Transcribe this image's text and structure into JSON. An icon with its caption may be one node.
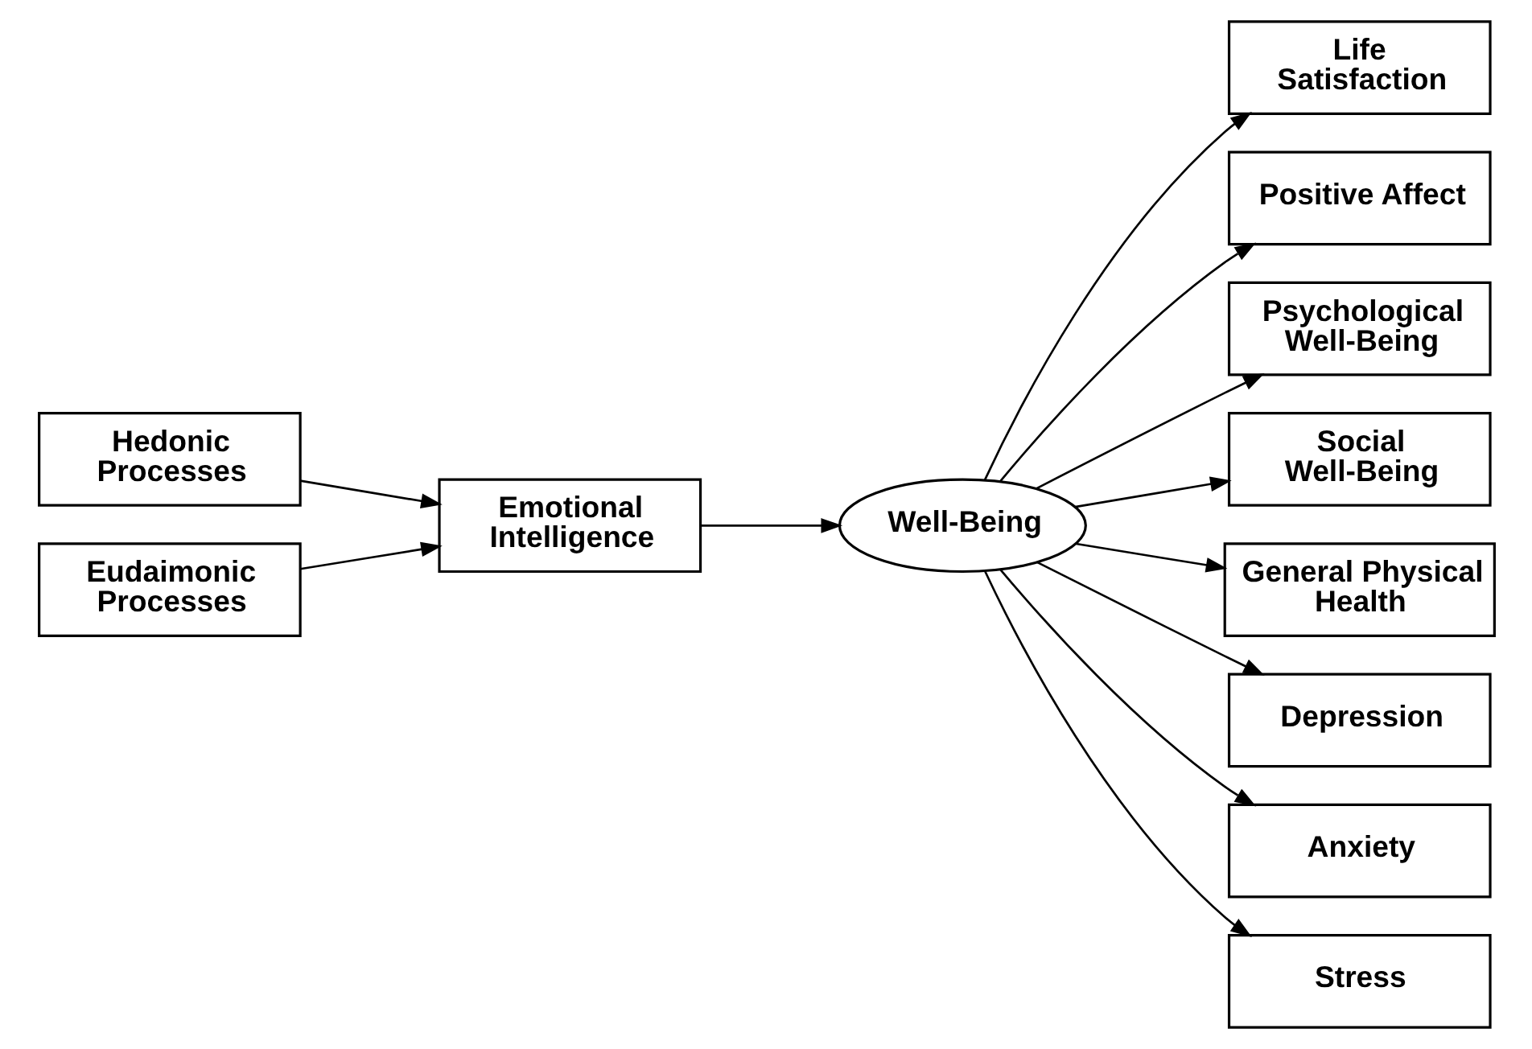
{
  "diagram": {
    "nodes": [
      {
        "text": [
          "Hedonic Processes"
        ]
      },
      {
        "text": [
          "Eudaimonic Processes"
        ]
      },
      {
        "text": [
          "Emotional Intelligence"
        ]
      },
      {
        "text": [
          "Well-Being"
        ]
      },
      {
        "text": [
          "Life Satisfaction"
        ]
      },
      {
        "text": [
          "Positive Affect"
        ]
      },
      {
        "text": [
          "Psychological Well-Being"
        ]
      },
      {
        "text": [
          "Social Well-Being"
        ]
      },
      {
        "text": [
          "General Physical Health"
        ]
      },
      {
        "text": [
          "Depression"
        ]
      },
      {
        "text": [
          "Anxiety"
        ]
      },
      {
        "text": [
          "Stress"
        ]
      }
    ],
    "edges": [
      {
        "from": 0,
        "to": 2,
        "arrow": "to"
      },
      {
        "from": 1,
        "to": 2,
        "arrow": "to"
      },
      {
        "from": 2,
        "to": 3,
        "arrow": "to"
      },
      {
        "from": 3,
        "to": 4,
        "arrow": "to"
      },
      {
        "from": 3,
        "to": 5,
        "arrow": "to"
      },
      {
        "from": 3,
        "to": 6,
        "arrow": "to"
      },
      {
        "from": 3,
        "to": 7,
        "arrow": "to"
      },
      {
        "from": 3,
        "to": 8,
        "arrow": "to"
      },
      {
        "from": 3,
        "to": 9,
        "arrow": "to"
      },
      {
        "from": 3,
        "to": 10,
        "arrow": "to"
      },
      {
        "from": 3,
        "to": 11,
        "arrow": "to"
      }
    ]
  }
}
